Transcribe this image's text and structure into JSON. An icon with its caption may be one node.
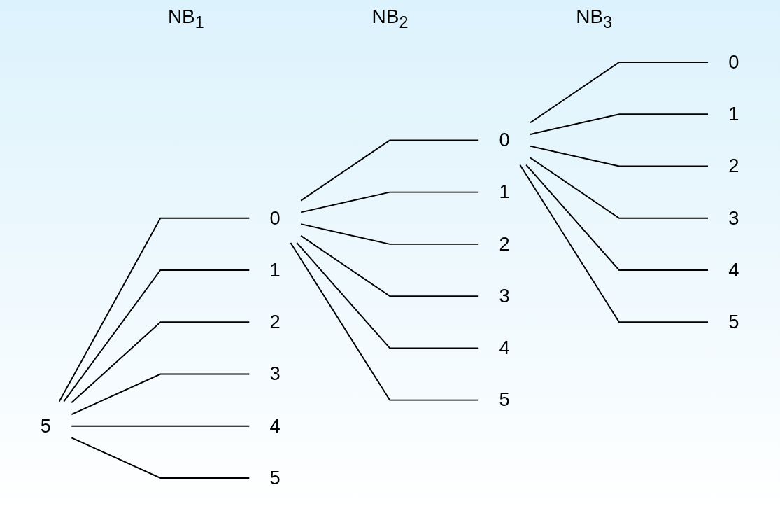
{
  "diagram": {
    "nodes": [
      {
        "text": [
          "5"
        ]
      },
      {
        "text": [
          "0"
        ]
      },
      {
        "text": [
          "1"
        ]
      },
      {
        "text": [
          "2"
        ]
      },
      {
        "text": [
          "3"
        ]
      },
      {
        "text": [
          "4"
        ]
      },
      {
        "text": [
          "5"
        ]
      },
      {
        "text": [
          "0"
        ]
      },
      {
        "text": [
          "1"
        ]
      },
      {
        "text": [
          "2"
        ]
      },
      {
        "text": [
          "3"
        ]
      },
      {
        "text": [
          "4"
        ]
      },
      {
        "text": [
          "5"
        ]
      },
      {
        "text": [
          "0"
        ]
      },
      {
        "text": [
          "1"
        ]
      },
      {
        "text": [
          "2"
        ]
      },
      {
        "text": [
          "3"
        ]
      },
      {
        "text": [
          "4"
        ]
      },
      {
        "text": [
          "5"
        ]
      }
    ],
    "edges": [
      {
        "from": 0,
        "to": 1,
        "arrow": "none"
      },
      {
        "from": 0,
        "to": 2,
        "arrow": "none"
      },
      {
        "from": 0,
        "to": 3,
        "arrow": "none"
      },
      {
        "from": 0,
        "to": 4,
        "arrow": "none"
      },
      {
        "from": 0,
        "to": 5,
        "arrow": "none"
      },
      {
        "from": 0,
        "to": 6,
        "arrow": "none"
      },
      {
        "from": 1,
        "to": 7,
        "arrow": "none"
      },
      {
        "from": 1,
        "to": 8,
        "arrow": "none"
      },
      {
        "from": 1,
        "to": 9,
        "arrow": "none"
      },
      {
        "from": 1,
        "to": 10,
        "arrow": "none"
      },
      {
        "from": 1,
        "to": 11,
        "arrow": "none"
      },
      {
        "from": 1,
        "to": 12,
        "arrow": "none"
      },
      {
        "from": 7,
        "to": 13,
        "arrow": "none"
      },
      {
        "from": 7,
        "to": 14,
        "arrow": "none"
      },
      {
        "from": 7,
        "to": 15,
        "arrow": "none"
      },
      {
        "from": 7,
        "to": 16,
        "arrow": "none"
      },
      {
        "from": 7,
        "to": 17,
        "arrow": "none"
      },
      {
        "from": 7,
        "to": 18,
        "arrow": "none"
      }
    ],
    "labels": [
      "NB$_{1}$",
      "NB$_{2}$",
      "NB$_{3}$"
    ]
  }
}
